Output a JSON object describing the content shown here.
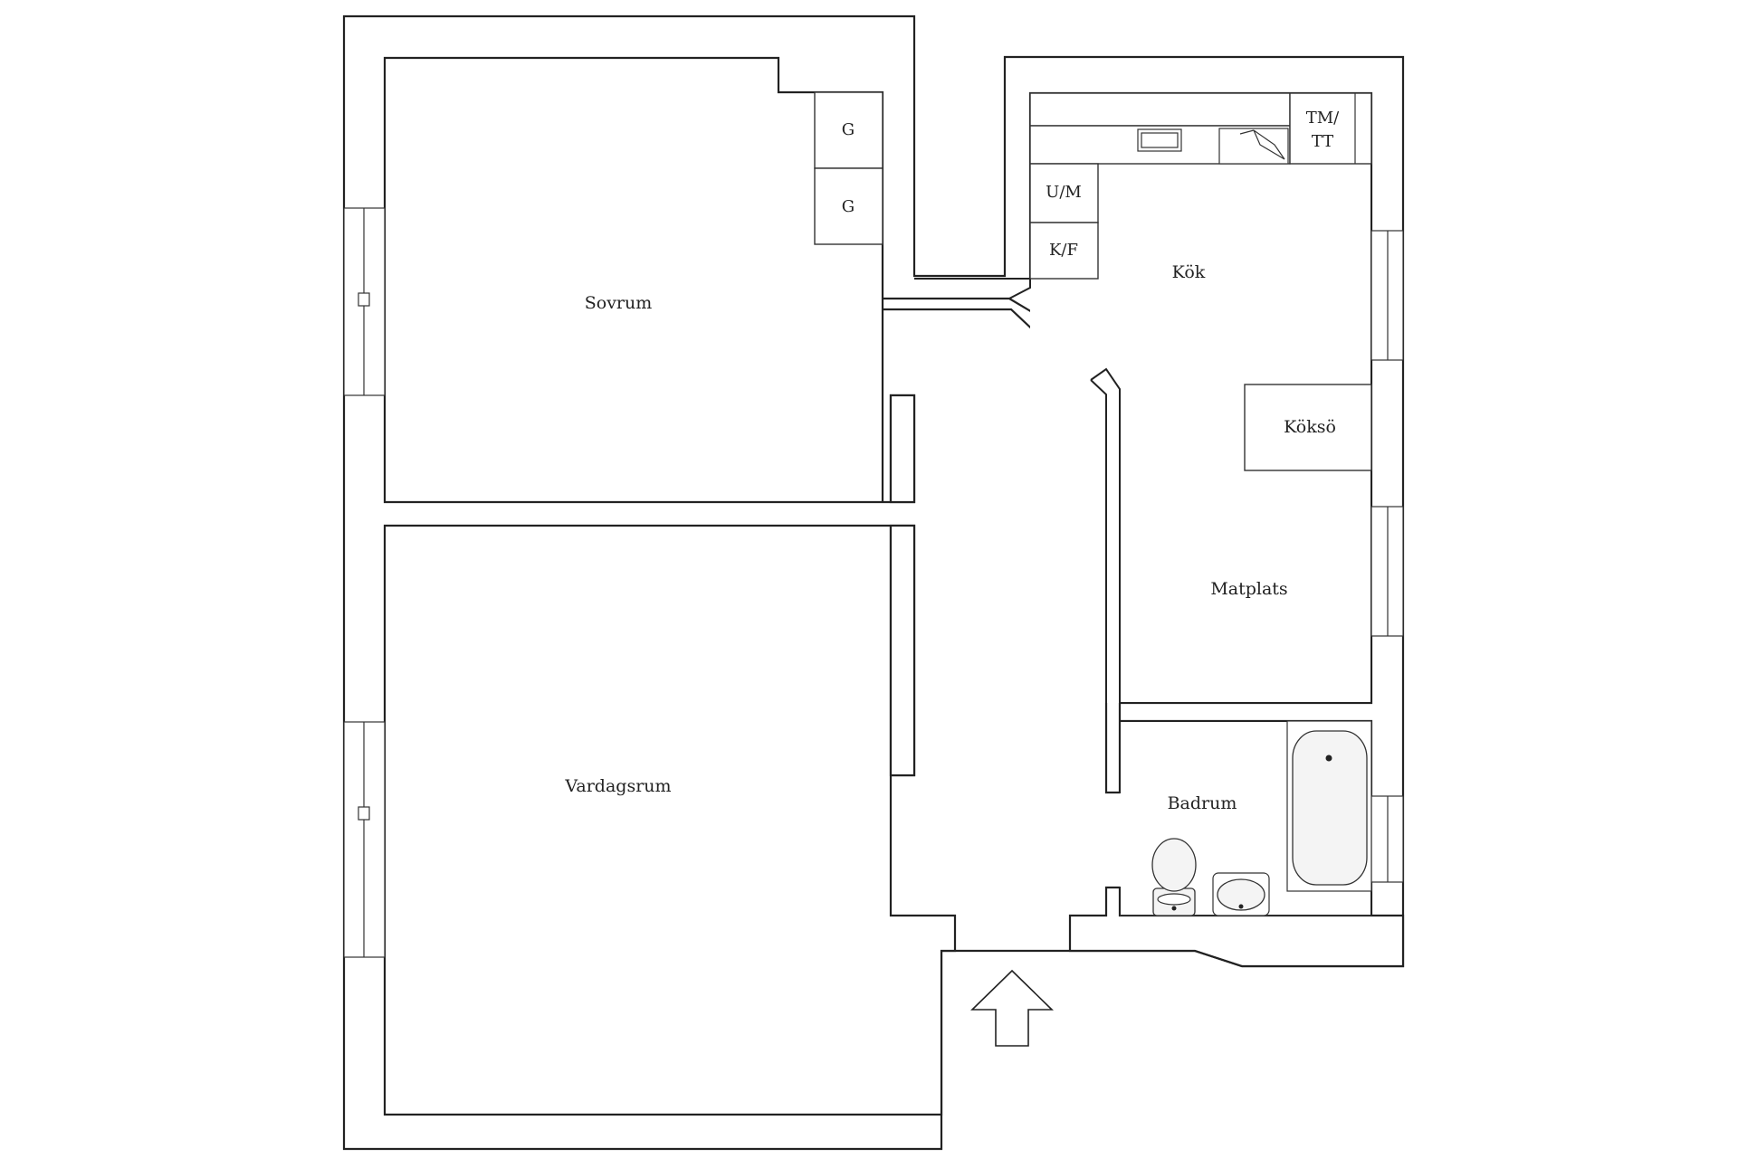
{
  "rooms": {
    "sovrum": "Sovrum",
    "vardagsrum": "Vardagsrum",
    "kok": "Kök",
    "matplats": "Matplats",
    "badrum": "Badrum",
    "kokso": "Köksö"
  },
  "fixtures": {
    "wardrobe_1": "G",
    "wardrobe_2": "G",
    "microwave_oven": "U/M",
    "fridge_freezer": "K/F",
    "washer_dryer_line1": "TM/",
    "washer_dryer_line2": "TT"
  },
  "icons": {
    "entrance": "entrance-arrow-icon",
    "toilet": "toilet-icon",
    "sink": "sink-icon",
    "bathtub": "bathtub-icon",
    "kitchen_sink": "kitchen-sink-icon",
    "stove": "stove-icon"
  },
  "colors": {
    "line": "#222222",
    "background": "#ffffff"
  }
}
